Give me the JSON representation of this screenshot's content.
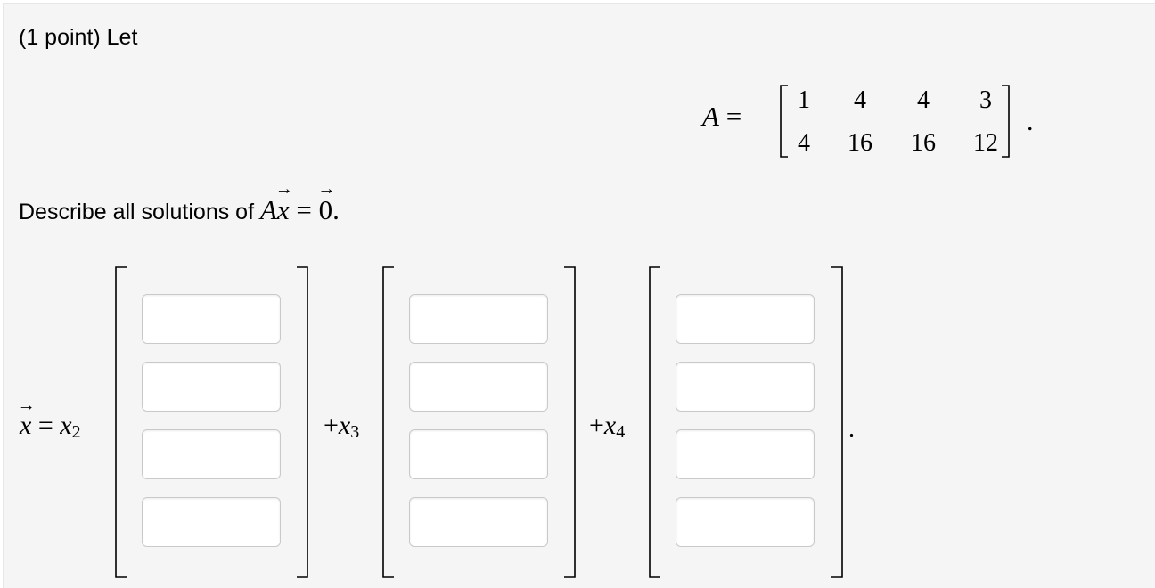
{
  "problem": {
    "label": "(1 point) Let",
    "prompt_text": "Describe all solutions of ",
    "prompt_math_A": "A",
    "prompt_math_x": "x",
    "prompt_math_eq": " = ",
    "prompt_math_zero": "0",
    "prompt_period": "."
  },
  "matrix_A": {
    "lhs": "A",
    "eq": " =",
    "rows": [
      [
        "1",
        "4",
        "4",
        "3"
      ],
      [
        "4",
        "16",
        "16",
        "12"
      ]
    ],
    "trailing_period": "."
  },
  "solution": {
    "lhs_x": "x",
    "lhs_eq": " = ",
    "lhs_var": "x",
    "lhs_sub": "2",
    "terms": [
      {
        "plus": "+",
        "var": "x",
        "sub": "3"
      },
      {
        "plus": "+",
        "var": "x",
        "sub": "4"
      }
    ],
    "trailing_period": ".",
    "vectors": [
      [
        "",
        "",
        "",
        ""
      ],
      [
        "",
        "",
        "",
        ""
      ],
      [
        "",
        "",
        "",
        ""
      ]
    ]
  },
  "icons": {
    "vector_arrow": "→"
  }
}
